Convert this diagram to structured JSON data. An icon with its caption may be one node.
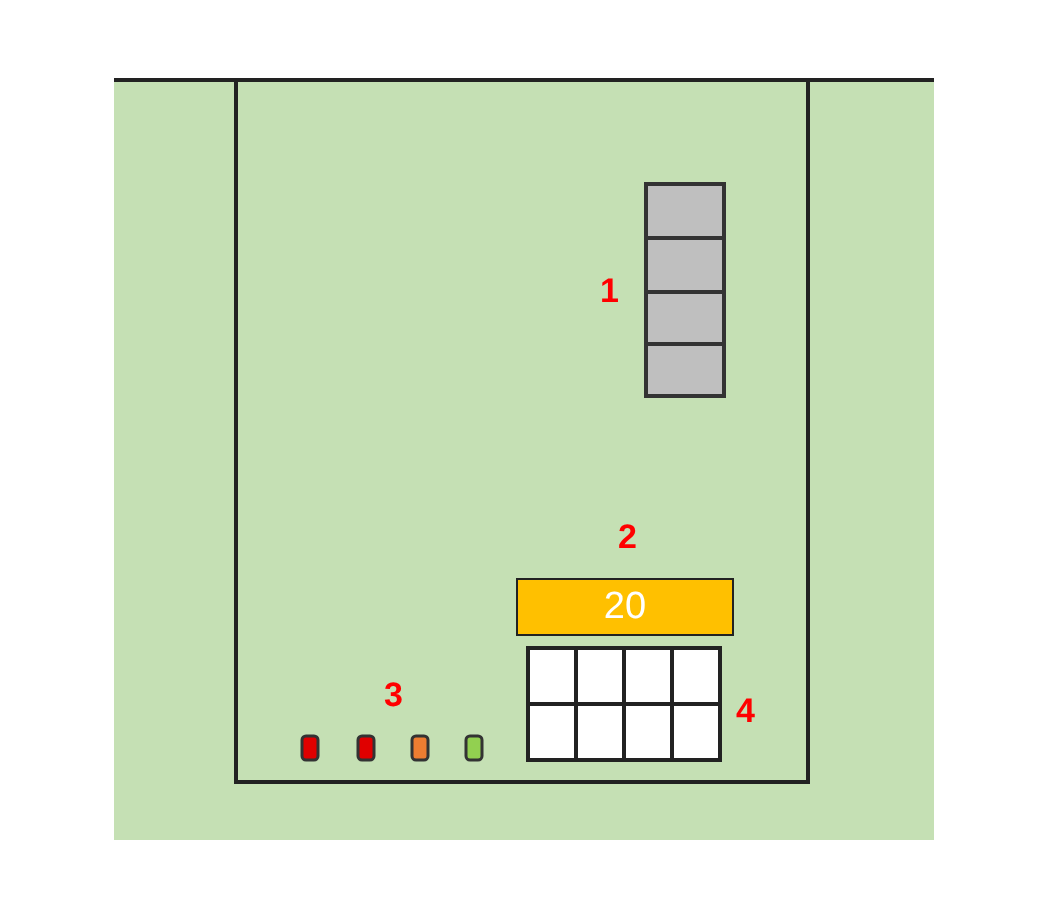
{
  "diagram": {
    "nodes": [
      {
        "text": [
          "20"
        ]
      }
    ],
    "labels": [
      "1",
      "2",
      "3",
      "4"
    ]
  }
}
